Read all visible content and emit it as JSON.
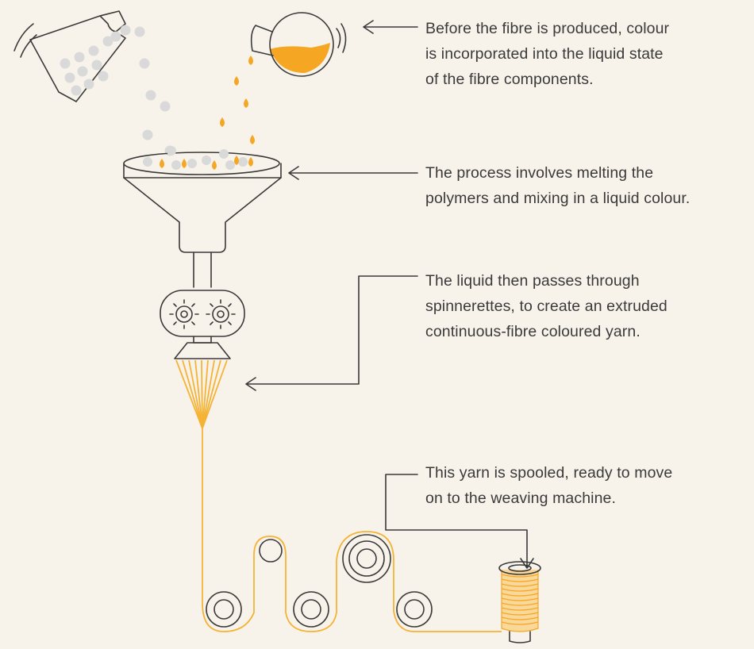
{
  "steps": [
    {
      "text": "Before the fibre is produced, colour\nis incorporated into the liquid state\nof the fibre components."
    },
    {
      "text": "The process involves melting the\npolymers and mixing in a liquid colour."
    },
    {
      "text": "The liquid then passes through\nspinnerettes, to create an extruded\ncontinuous-fibre coloured yarn."
    },
    {
      "text": "This yarn is spooled, ready to move\non to the weaving machine."
    }
  ],
  "colors": {
    "background": "#f8f3ea",
    "ink": "#3a3a3a",
    "accent": "#f5a623",
    "bead": "#d9d9d9"
  },
  "icons": [
    "tilted-flask-icon",
    "pouring-flask-icon",
    "funnel-icon",
    "gear-icon",
    "spinneret-icon",
    "roller-icon",
    "spool-icon",
    "arrow-icon"
  ]
}
